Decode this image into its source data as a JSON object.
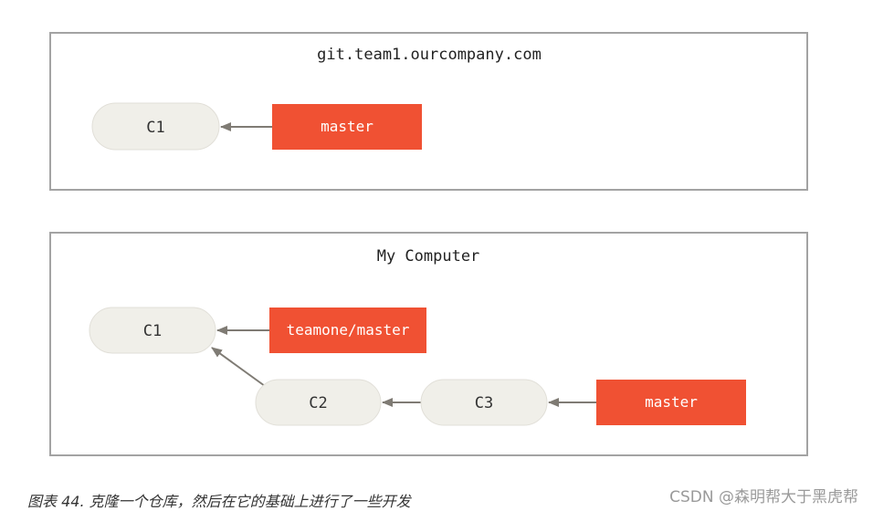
{
  "colors": {
    "ref_fill": "#f05133",
    "node_fill": "#f0efe9",
    "box_stroke": "#a3a3a3",
    "arrow": "#7f7b74"
  },
  "remote": {
    "title": "git.team1.ourcompany.com",
    "commit": "C1",
    "branch": "master"
  },
  "local": {
    "title": "My Computer",
    "commits": [
      "C1",
      "C2",
      "C3"
    ],
    "remote_branch": "teamone/master",
    "branch": "master"
  },
  "caption": "图表 44. 克隆一个仓库，然后在它的基础上进行了一些开发",
  "watermark": "CSDN @森明帮大于黑虎帮"
}
